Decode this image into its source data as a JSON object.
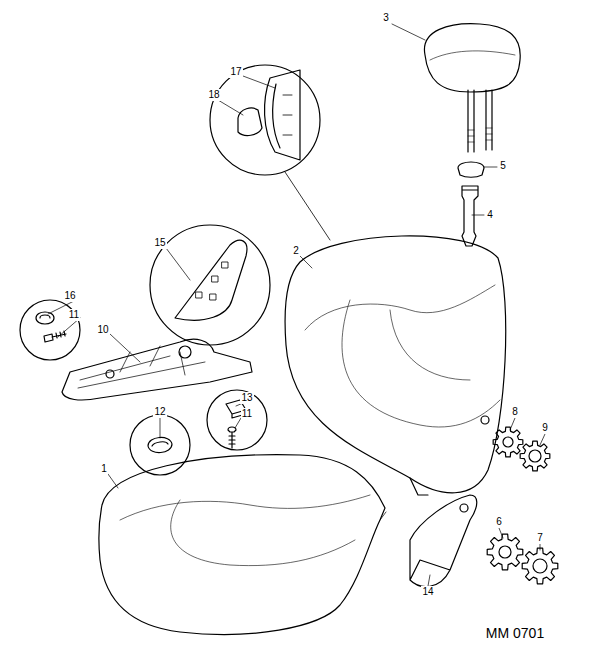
{
  "diagram": {
    "labels": [
      "3",
      "17",
      "18",
      "5",
      "4",
      "2",
      "15",
      "16",
      "11",
      "10",
      "8",
      "9",
      "13",
      "12",
      "11",
      "1",
      "6",
      "7",
      "14",
      "MM 0701"
    ]
  }
}
